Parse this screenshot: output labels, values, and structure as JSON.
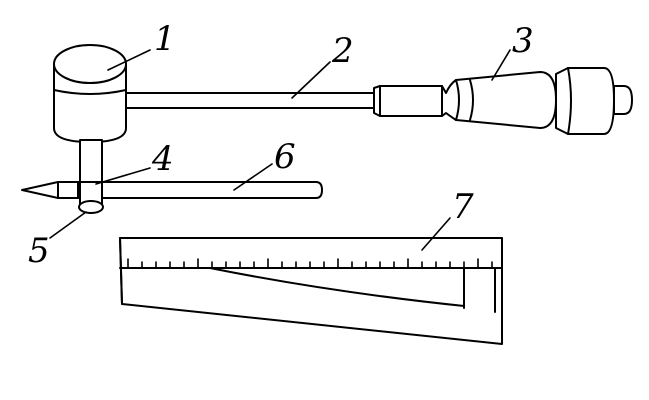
{
  "labels": [
    "1",
    "2",
    "3",
    "4",
    "5",
    "6",
    "7"
  ],
  "colors": {
    "ink": "#000000",
    "paper": "#ffffff"
  }
}
